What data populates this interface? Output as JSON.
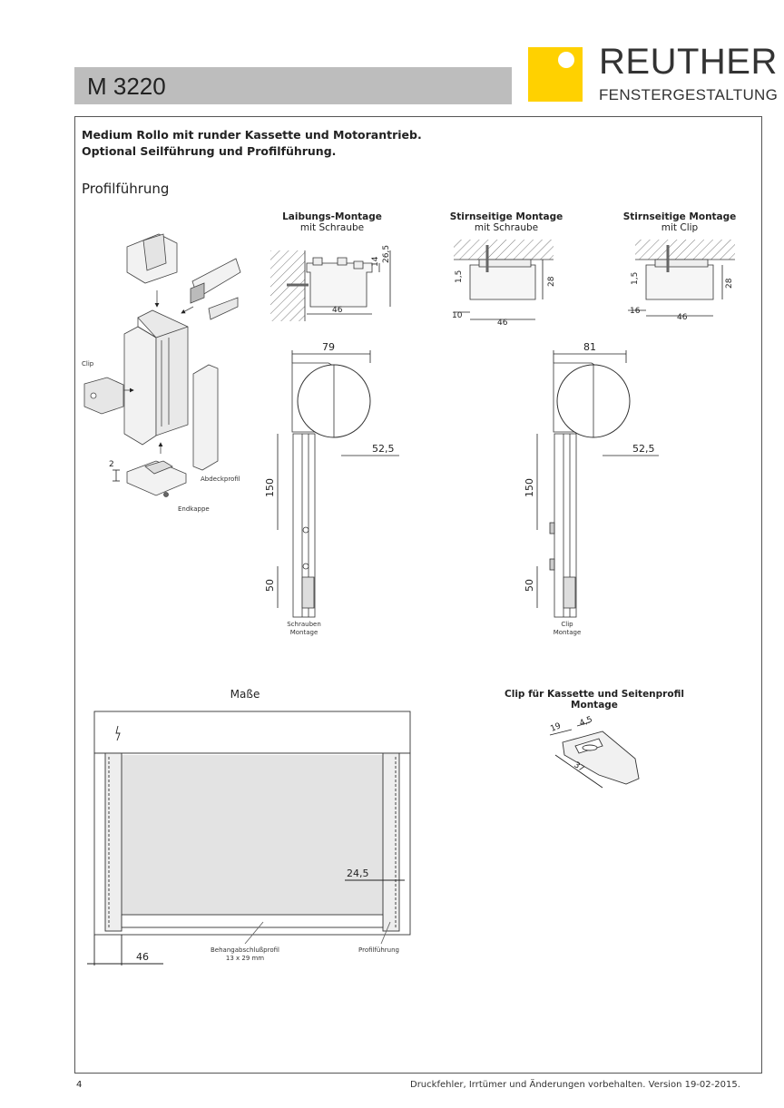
{
  "header": {
    "model": "M 3220",
    "brand": "REUTHER",
    "brand_sub": "FENSTERGESTALTUNG",
    "brand_color": "#ffd100"
  },
  "intro": {
    "line1": "Medium Rollo mit runder Kassette und Motorantrieb.",
    "line2": "Optional Seilführung und Profilführung."
  },
  "section_title": "Profilführung",
  "mounting": {
    "laibung_title": "Laibungs-Montage",
    "laibung_sub": "mit Schraube",
    "stirn_screw_title": "Stirnseitige Montage",
    "stirn_screw_sub": "mit Schraube",
    "stirn_clip_title": "Stirnseitige Montage",
    "stirn_clip_sub": "mit Clip"
  },
  "exploded": {
    "clip": "Clip",
    "abdeckprofil": "Abdeckprofil",
    "endkappe": "Endkappe",
    "dim_2": "2"
  },
  "dims": {
    "d14": "14",
    "d26_5": "26,5",
    "d46a": "46",
    "d1_5a": "1,5",
    "d28a": "28",
    "d10": "10",
    "d46b": "46",
    "d1_5b": "1,5",
    "d28b": "28",
    "d16": "16",
    "d46c": "46",
    "d79": "79",
    "d81": "81",
    "d52_5a": "52,5",
    "d52_5b": "52,5",
    "d150a": "150",
    "d50a": "50",
    "d150b": "150",
    "d50b": "50",
    "d24_5": "24,5",
    "d46d": "46",
    "clip19": "19",
    "clip4_5": "4,5",
    "clip37": "37"
  },
  "side_captions": {
    "screw_l1": "Schrauben",
    "screw_l2": "Montage",
    "clip_l1": "Clip",
    "clip_l2": "Montage"
  },
  "masse": {
    "title": "Maße",
    "bottom_label": "Behangabschlußprofil",
    "bottom_size": "13 x 29 mm",
    "side_label": "Profilführung"
  },
  "clip_section_title": "Clip für Kassette und Seitenprofil Montage",
  "footer": {
    "page": "4",
    "note": "Druckfehler, Irrtümer und Änderungen vorbehalten. Version 19-02-2015."
  }
}
